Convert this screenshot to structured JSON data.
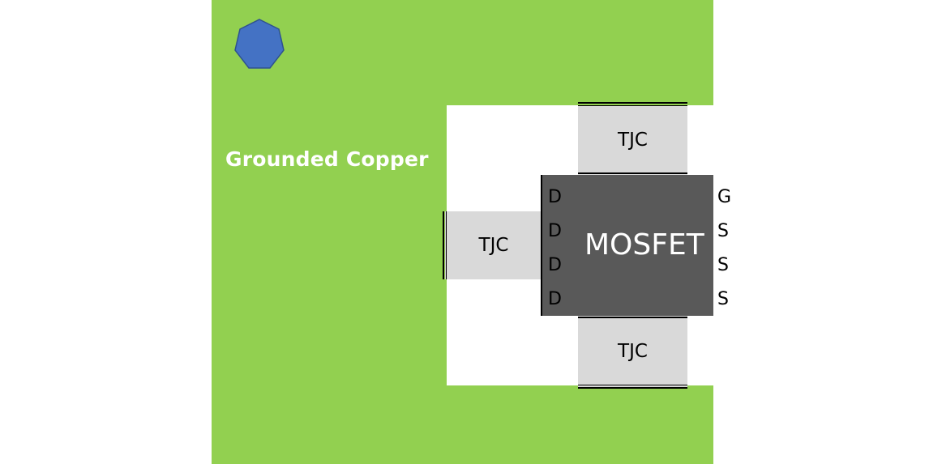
{
  "labels": {
    "copper": "Grounded Copper",
    "mosfet": "MOSFET",
    "tjc_top": "TJC",
    "tjc_left": "TJC",
    "tjc_bottom": "TJC"
  },
  "pins": {
    "left": [
      "D",
      "D",
      "D",
      "D"
    ],
    "right": [
      "G",
      "S",
      "S",
      "S"
    ]
  },
  "colors": {
    "copper": "#92d050",
    "via": "#4472c4",
    "mosfet_body": "#595959",
    "tjc_pad": "#d9d9d9"
  },
  "icons": {
    "via": "heptagon-via-icon"
  }
}
